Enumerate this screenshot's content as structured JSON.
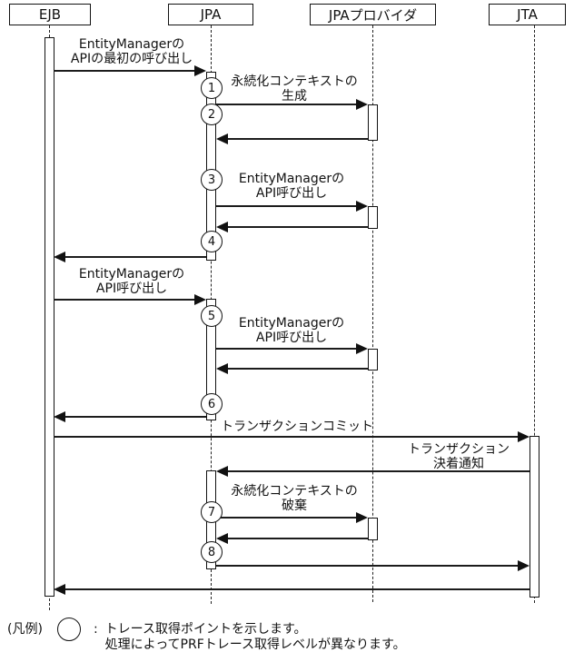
{
  "diagram_type": "sequence-diagram",
  "lifelines": [
    {
      "label": "EJB"
    },
    {
      "label": "JPA"
    },
    {
      "label": "JPAプロバイダ"
    },
    {
      "label": "JTA"
    }
  ],
  "trace_points": [
    "1",
    "2",
    "3",
    "4",
    "5",
    "6",
    "7",
    "8"
  ],
  "messages": {
    "first_api_call": "EntityManagerの\nAPIの最初の呼び出し",
    "create_context": "永続化コンテキストの\n生成",
    "api_call_provider_1": "EntityManagerの\nAPI呼び出し",
    "api_call_ejb_jpa": "EntityManagerの\nAPI呼び出し",
    "api_call_provider_2": "EntityManagerの\nAPI呼び出し",
    "tx_commit": "トランザクションコミット",
    "tx_settlement_notice": "トランザクション\n決着通知",
    "destroy_context": "永続化コンテキストの\n破棄"
  },
  "legend": {
    "prefix": "(凡例)",
    "colon": ":",
    "text": "トレース取得ポイントを示します。\n処理によってPRFトレース取得レベルが異なります。"
  }
}
